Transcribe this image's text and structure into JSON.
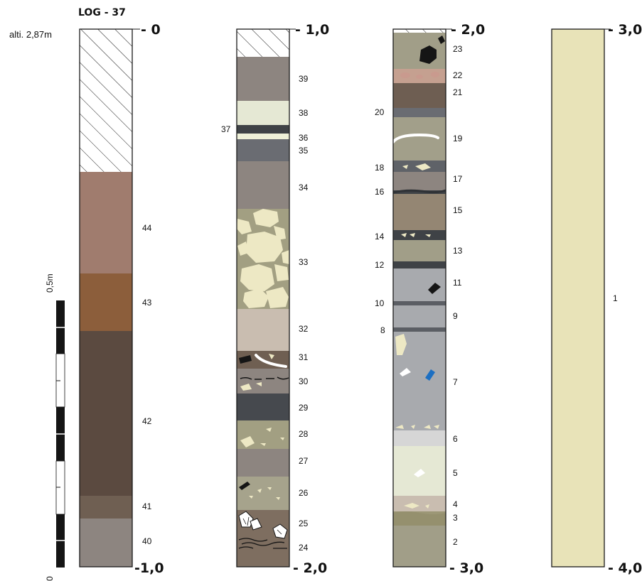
{
  "log_title": "LOG - 37",
  "altitude_label": "alti. 2,87m",
  "scale_bar": {
    "label_top": "0,5m",
    "label_bottom": "0"
  },
  "colors": {
    "outline": "#1a1a1a",
    "hatch": "#1a1a1a",
    "beige_clast": "#ede8c4",
    "black_clast": "#151515",
    "white_clast": "#ffffff",
    "blue_clast": "#1c6fc2",
    "pink_clast": "#c99a8e"
  },
  "columns": [
    {
      "id": "col1",
      "top_depth": "- 0",
      "bottom_depth": "-1,0",
      "layers": [
        {
          "code": "",
          "color": "hatch",
          "hatched": true
        },
        {
          "code": "44",
          "color": "#a07c6e"
        },
        {
          "code": "43",
          "color": "#8c5e3b"
        },
        {
          "code": "42",
          "color": "#5b4a40"
        },
        {
          "code": "41",
          "color": "#6f5f52"
        },
        {
          "code": "40",
          "color": "#8d8580"
        }
      ]
    },
    {
      "id": "col2",
      "top_depth": "- 1,0",
      "bottom_depth": "- 2,0",
      "layers": [
        {
          "code": "",
          "color": "hatch",
          "hatched": true
        },
        {
          "code": "39",
          "color": "#8d8580"
        },
        {
          "code": "38",
          "color": "#e5e8d4"
        },
        {
          "code": "37",
          "color": "#3f4246"
        },
        {
          "code": "36",
          "color": "#eef0d8"
        },
        {
          "code": "35",
          "color": "#6a6c72"
        },
        {
          "code": "34",
          "color": "#8d8580"
        },
        {
          "code": "33",
          "color": "#a29f82"
        },
        {
          "code": "32",
          "color": "#c9bdb0"
        },
        {
          "code": "31",
          "color": "#6f5f52"
        },
        {
          "code": "30",
          "color": "#8d8580"
        },
        {
          "code": "29",
          "color": "#46494e"
        },
        {
          "code": "28",
          "color": "#a29f82"
        },
        {
          "code": "27",
          "color": "#8d8580"
        },
        {
          "code": "26",
          "color": "#a6a38c"
        },
        {
          "code": "25",
          "color": "#7e6e60"
        },
        {
          "code": "24",
          "color": "#7e6e60"
        }
      ]
    },
    {
      "id": "col3",
      "top_depth": "- 2,0",
      "bottom_depth": "- 3,0",
      "layers": [
        {
          "code": "",
          "color": "hatch",
          "hatched": true
        },
        {
          "code": "23",
          "color": "#a19e88"
        },
        {
          "code": "22",
          "color": "#c5a090"
        },
        {
          "code": "21",
          "color": "#6e5e52"
        },
        {
          "code": "20",
          "color": "#6a6c72"
        },
        {
          "code": "19",
          "color": "#a29f8a"
        },
        {
          "code": "18",
          "color": "#5f6268"
        },
        {
          "code": "17",
          "color": "#8d8580"
        },
        {
          "code": "16",
          "color": "#3f4246"
        },
        {
          "code": "15",
          "color": "#948673"
        },
        {
          "code": "14",
          "color": "#3f4246"
        },
        {
          "code": "13",
          "color": "#a19e88"
        },
        {
          "code": "12",
          "color": "#3f4246"
        },
        {
          "code": "11",
          "color": "#a8aaae"
        },
        {
          "code": "10",
          "color": "#5b5e64"
        },
        {
          "code": "9",
          "color": "#a8aaae"
        },
        {
          "code": "8",
          "color": "#5b5e64"
        },
        {
          "code": "7",
          "color": "#a8aaae"
        },
        {
          "code": "6",
          "color": "#d6d6d6"
        },
        {
          "code": "5",
          "color": "#e5e8d4"
        },
        {
          "code": "4",
          "color": "#c9bdb0"
        },
        {
          "code": "3",
          "color": "#9c9776"
        },
        {
          "code": "2",
          "color": "#a19e88"
        }
      ]
    },
    {
      "id": "col4",
      "top_depth": "- 3,0",
      "bottom_depth": "- 4,0",
      "layers": [
        {
          "code": "1",
          "color": "#e8e3b8"
        }
      ]
    }
  ]
}
